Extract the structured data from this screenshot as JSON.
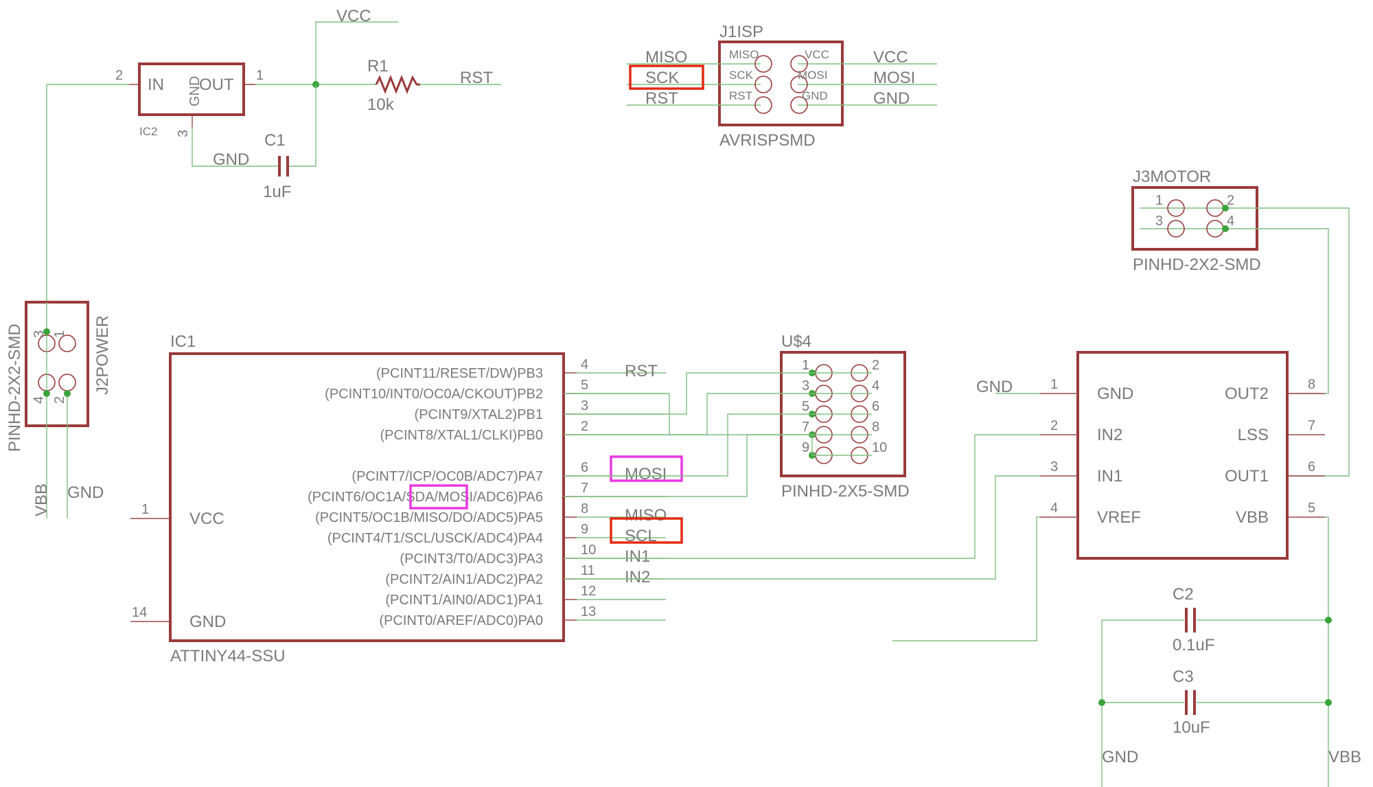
{
  "power": {
    "vcc_net": "VCC",
    "ic2_name": "IC2",
    "ic2_in": "IN",
    "ic2_gnd": "GND",
    "ic2_out": "OUT",
    "ic2_pin_in": "2",
    "ic2_pin_out": "1",
    "ic2_pin_gnd": "3",
    "r1_name": "R1",
    "r1_value": "10k",
    "rst_net": "RST",
    "c1_name": "C1",
    "c1_value": "1uF",
    "gnd_net": "GND"
  },
  "j1isp": {
    "name": "J1ISP",
    "package": "AVRISPSMD",
    "pins_left": [
      "MISO",
      "SCK",
      "RST"
    ],
    "pins_right": [
      "VCC",
      "MOSI",
      "GND"
    ],
    "nets_left": [
      "MISO",
      "SCK",
      "RST"
    ],
    "nets_right": [
      "VCC",
      "MOSI",
      "GND"
    ]
  },
  "j3motor": {
    "name": "J3MOTOR",
    "package": "PINHD-2X2-SMD",
    "pins": [
      "1",
      "2",
      "3",
      "4"
    ]
  },
  "j2power": {
    "name": "J2POWER",
    "package": "PINHD-2X2-SMD",
    "pins": [
      "3",
      "1",
      "4",
      "2"
    ],
    "net_vbb": "VBB",
    "net_gnd": "GND"
  },
  "ic1": {
    "name": "IC1",
    "package": "ATTINY44-SSU",
    "vcc_label": "VCC",
    "gnd_label": "GND",
    "vcc_pin": "1",
    "gnd_pin": "14",
    "pins": [
      {
        "label": "(PCINT11/RESET/DW)PB3",
        "num": "4",
        "net": "RST"
      },
      {
        "label": "(PCINT10/INT0/OC0A/CKOUT)PB2",
        "num": "5",
        "net": ""
      },
      {
        "label": "(PCINT9/XTAL2)PB1",
        "num": "3",
        "net": ""
      },
      {
        "label": "(PCINT8/XTAL1/CLKI)PB0",
        "num": "2",
        "net": ""
      },
      {
        "label": "(PCINT7/ICP/OC0B/ADC7)PA7",
        "num": "6",
        "net": "MOSI"
      },
      {
        "label": "(PCINT6/OC1A/SDA/MOSI/ADC6)PA6",
        "num": "7",
        "net": ""
      },
      {
        "label": "(PCINT5/OC1B/MISO/DO/ADC5)PA5",
        "num": "8",
        "net": "MISO"
      },
      {
        "label": "(PCINT4/T1/SCL/USCK/ADC4)PA4",
        "num": "9",
        "net": "SCL"
      },
      {
        "label": "(PCINT3/T0/ADC3)PA3",
        "num": "10",
        "net": "IN1"
      },
      {
        "label": "(PCINT2/AIN1/ADC2)PA2",
        "num": "11",
        "net": "IN2"
      },
      {
        "label": "(PCINT1/AIN0/ADC1)PA1",
        "num": "12",
        "net": ""
      },
      {
        "label": "(PCINT0/AREF/ADC0)PA0",
        "num": "13",
        "net": ""
      }
    ]
  },
  "u4": {
    "name": "U$4",
    "package": "PINHD-2X5-SMD",
    "pins_left": [
      "1",
      "3",
      "5",
      "7",
      "9"
    ],
    "pins_right": [
      "2",
      "4",
      "6",
      "8",
      "10"
    ]
  },
  "driver": {
    "left_labels": [
      "GND",
      "IN2",
      "IN1",
      "VREF"
    ],
    "left_pins": [
      "1",
      "2",
      "3",
      "4"
    ],
    "right_labels": [
      "OUT2",
      "LSS",
      "OUT1",
      "VBB"
    ],
    "right_pins": [
      "8",
      "7",
      "6",
      "5"
    ],
    "gnd_net": "GND"
  },
  "caps": {
    "c2_name": "C2",
    "c2_value": "0.1uF",
    "c3_name": "C3",
    "c3_value": "10uF",
    "gnd_net": "GND",
    "vbb_net": "VBB"
  },
  "colors": {
    "wire": "#7fbf7f",
    "symbol": "#9a3a3a",
    "junction": "#3aa43a",
    "highlight_red": "#e32a12",
    "highlight_magenta": "#e83ae0"
  }
}
